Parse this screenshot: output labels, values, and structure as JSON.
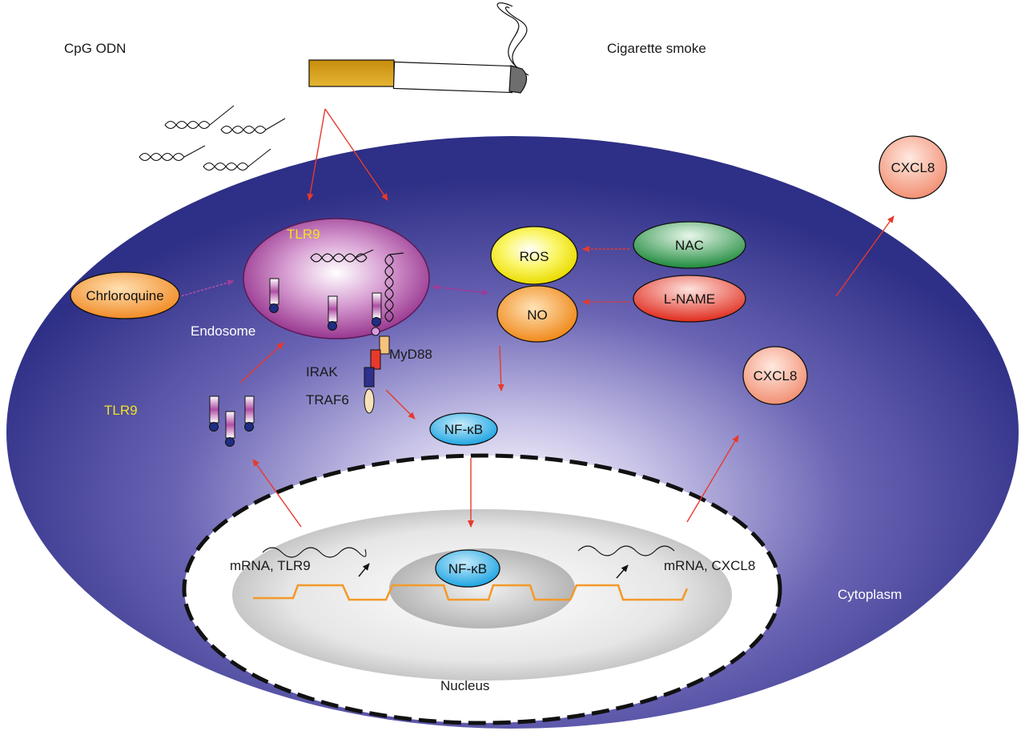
{
  "labels": {
    "cpg_odn": "CpG ODN",
    "cigarette_smoke": "Cigarette smoke",
    "tlr9_endosome": "TLR9",
    "tlr9_cytoplasm": "TLR9",
    "endosome": "Endosome",
    "myd88": "MyD88",
    "irak": "IRAK",
    "traf6": "TRAF6",
    "cytoplasm": "Cytoplasm",
    "nucleus": "Nucleus",
    "mrna_tlr9": "mRNA, TLR9",
    "mrna_cxcl8": "mRNA, CXCL8"
  },
  "nodes": {
    "chloroquine": "Chrloroquine",
    "ros": "ROS",
    "no": "NO",
    "nac": "NAC",
    "l_name": "L-NAME",
    "nfkb_cytoplasm": "NF-κB",
    "nfkb_nucleus": "NF-κB",
    "cxcl8_cytoplasm": "CXCL8",
    "cxcl8_secreted": "CXCL8"
  },
  "colors": {
    "cell_outer": "#2e2f86",
    "cell_glow": "#ffffff",
    "endosome": "#9a2f8f",
    "arrow_red": "#e8392b",
    "arrow_purple": "#9a3d9a",
    "ros": "#f4ef22",
    "no": "#f39a2a",
    "nac": "#2b9a4a",
    "l_name": "#e8392b",
    "nfkb": "#1ea7e0",
    "cxcl8": "#f59a7e",
    "dna": "#f39a2a"
  }
}
